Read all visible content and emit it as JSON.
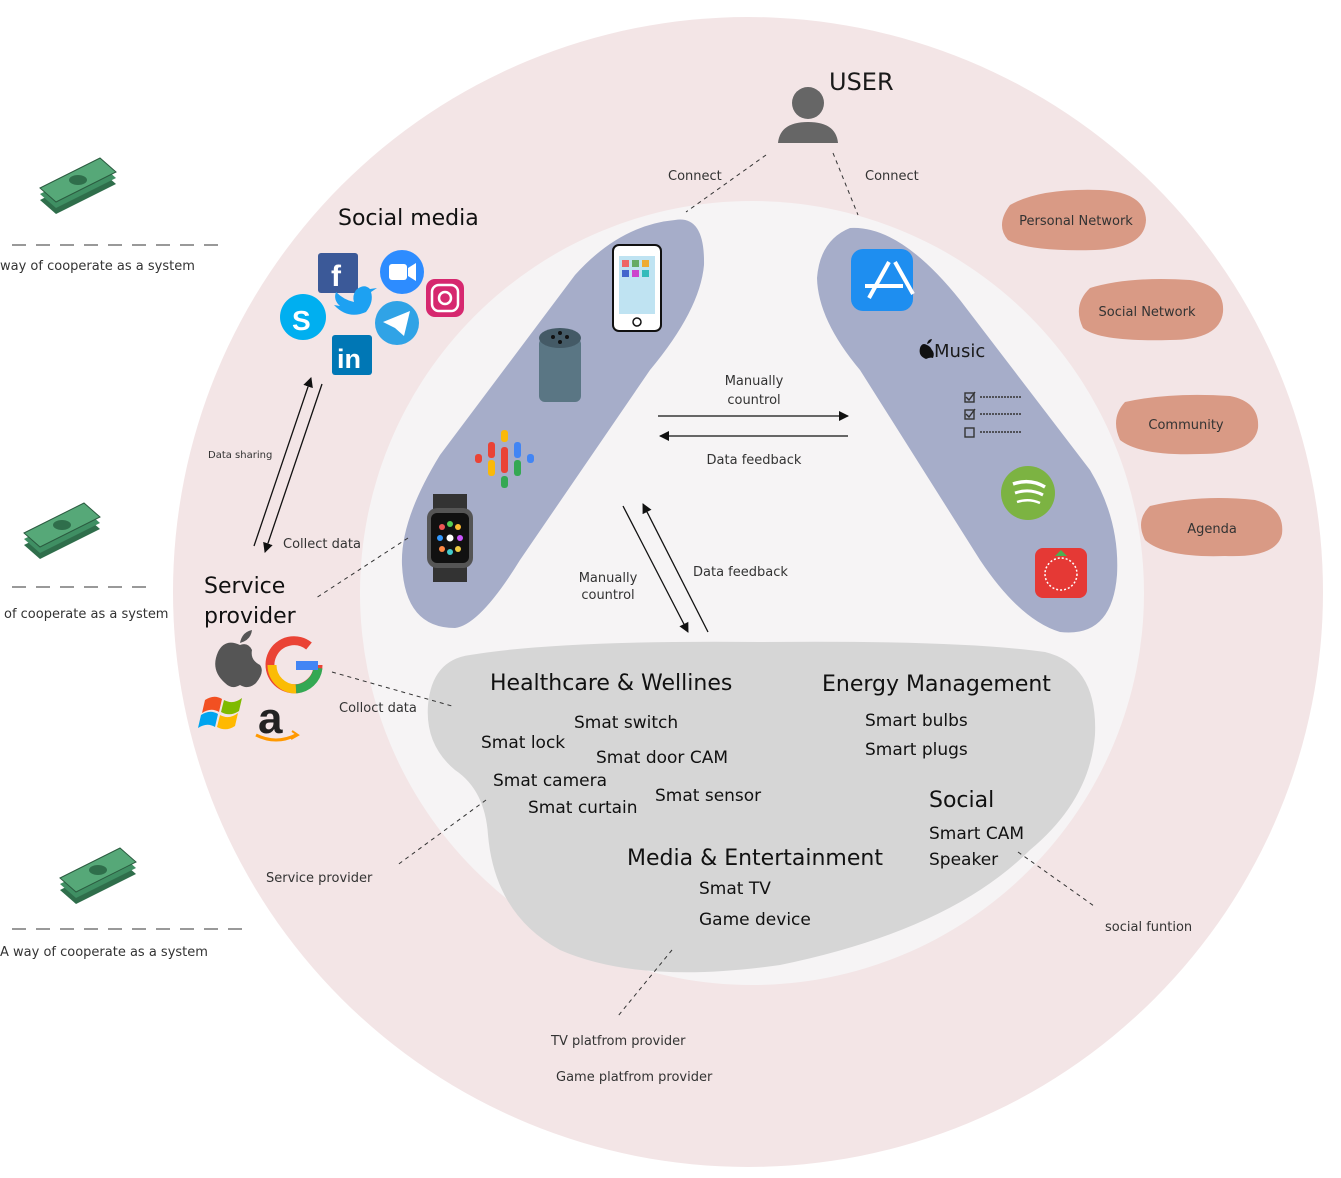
{
  "user": {
    "label": "USER",
    "connect_left": "Connect",
    "connect_right": "Connect"
  },
  "social_media": {
    "title": "Social media",
    "icons": [
      "facebook-icon",
      "zoom-icon",
      "instagram-icon",
      "skype-icon",
      "twitter-icon",
      "telegram-icon",
      "linkedin-icon"
    ]
  },
  "service_provider": {
    "title_line1": "Service",
    "title_line2": "provider",
    "icons": [
      "apple-icon",
      "google-icon",
      "windows-icon",
      "amazon-icon"
    ]
  },
  "flows": {
    "data_sharing": "Data sharing",
    "collect_data_1": "Collect data",
    "collect_data_2": "Colloct data",
    "manually_control_top_1": "Manually",
    "manually_control_top_2": "countrol",
    "data_feedback_top": "Data feedback",
    "manually_control_mid_1": "Manually",
    "manually_control_mid_2": "countrol",
    "data_feedback_mid": "Data feedback"
  },
  "left_devices": [
    "smartphone-icon",
    "smart-speaker-icon",
    "google-podcasts-icon",
    "smartwatch-icon"
  ],
  "right_apps": {
    "music_label": "Music",
    "icons": [
      "app-store-icon",
      "apple-music-icon",
      "checklist-icon",
      "spotify-icon",
      "tomato-timer-icon"
    ]
  },
  "networks": [
    "Personal Network",
    "Social Network",
    "Community",
    "Agenda"
  ],
  "money": [
    {
      "label": "way of cooperate as a system"
    },
    {
      "label": "of cooperate as a system"
    },
    {
      "label": "A way of cooperate as a system"
    }
  ],
  "smart_home": {
    "healthcare": {
      "title": "Healthcare & Wellines",
      "items": [
        "Smat switch",
        "Smat lock",
        "Smat door CAM",
        "Smat camera",
        "Smat sensor",
        "Smat curtain"
      ]
    },
    "energy": {
      "title": "Energy Management",
      "items": [
        "Smart bulbs",
        "Smart plugs"
      ]
    },
    "social": {
      "title": "Social",
      "items": [
        "Smart CAM",
        "Speaker"
      ]
    },
    "media": {
      "title": "Media & Entertainment",
      "items": [
        "Smat TV",
        "Game device"
      ]
    }
  },
  "annotations": {
    "service_provider": "Service provider",
    "social_function": "social funtion",
    "tv_platform": "TV platfrom provider",
    "game_platform": "Game platfrom provider"
  },
  "colors": {
    "outer_ring": "#f3e5e6",
    "inner_circle": "#f6f4f5",
    "device_band": "#a6adc9",
    "smart_home": "#d6d6d6",
    "network_blob": "#d99a85",
    "money": "#3f8f63"
  }
}
